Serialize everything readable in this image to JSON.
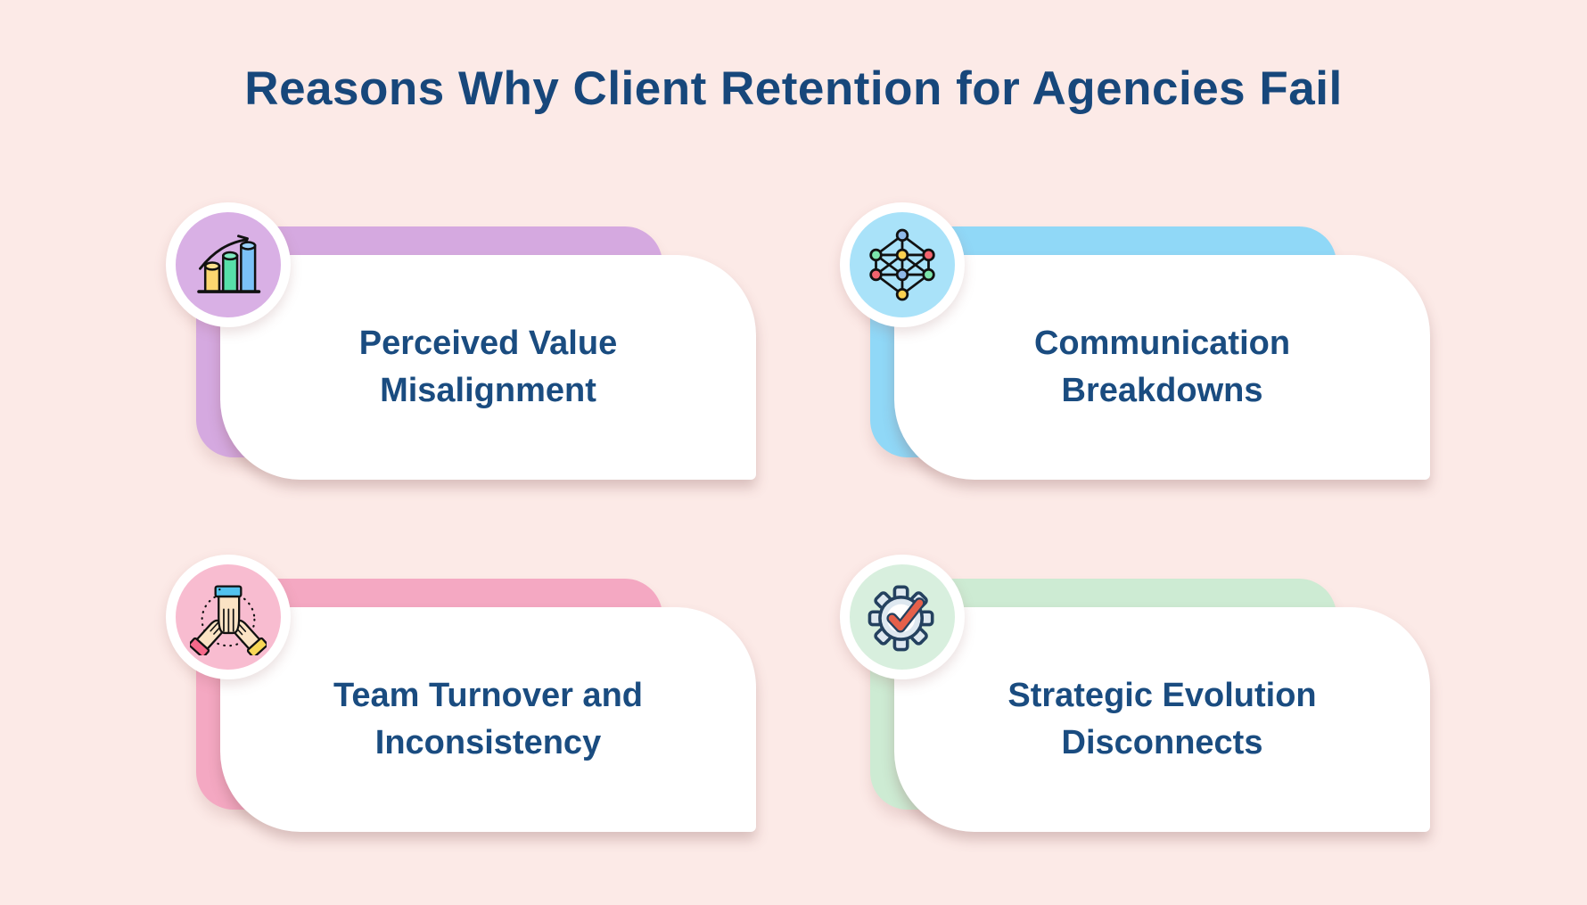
{
  "title": "Reasons Why Client Retention for Agencies Fail",
  "colors": {
    "background": "#FCEAE7",
    "title_text": "#17477B",
    "card_text": "#1A4C80",
    "card_surface": "#FFFFFF",
    "purple_accent": "#D5A9E0",
    "blue_accent": "#90D8F7",
    "pink_accent": "#F4A8C2",
    "green_accent": "#CDEBD3"
  },
  "cards": [
    {
      "id": "perceived-value-misalignment",
      "line1": "Perceived Value",
      "line2": "Misalignment",
      "accent": "#D5A9E0",
      "icon_bg": "#D9B0E5",
      "icon": "growth-bar-chart-icon"
    },
    {
      "id": "communication-breakdowns",
      "line1": "Communication",
      "line2": "Breakdowns",
      "accent": "#90D8F7",
      "icon_bg": "#A9E2F9",
      "icon": "network-nodes-icon"
    },
    {
      "id": "team-turnover-inconsistency",
      "line1": "Team Turnover and",
      "line2": "Inconsistency",
      "accent": "#F4A8C2",
      "icon_bg": "#F8BCD0",
      "icon": "hands-teamwork-icon"
    },
    {
      "id": "strategic-evolution-disconnects",
      "line1": "Strategic Evolution",
      "line2": "Disconnects",
      "accent": "#CDEBD3",
      "icon_bg": "#D8EFDE",
      "icon": "gear-checkmark-icon"
    }
  ]
}
